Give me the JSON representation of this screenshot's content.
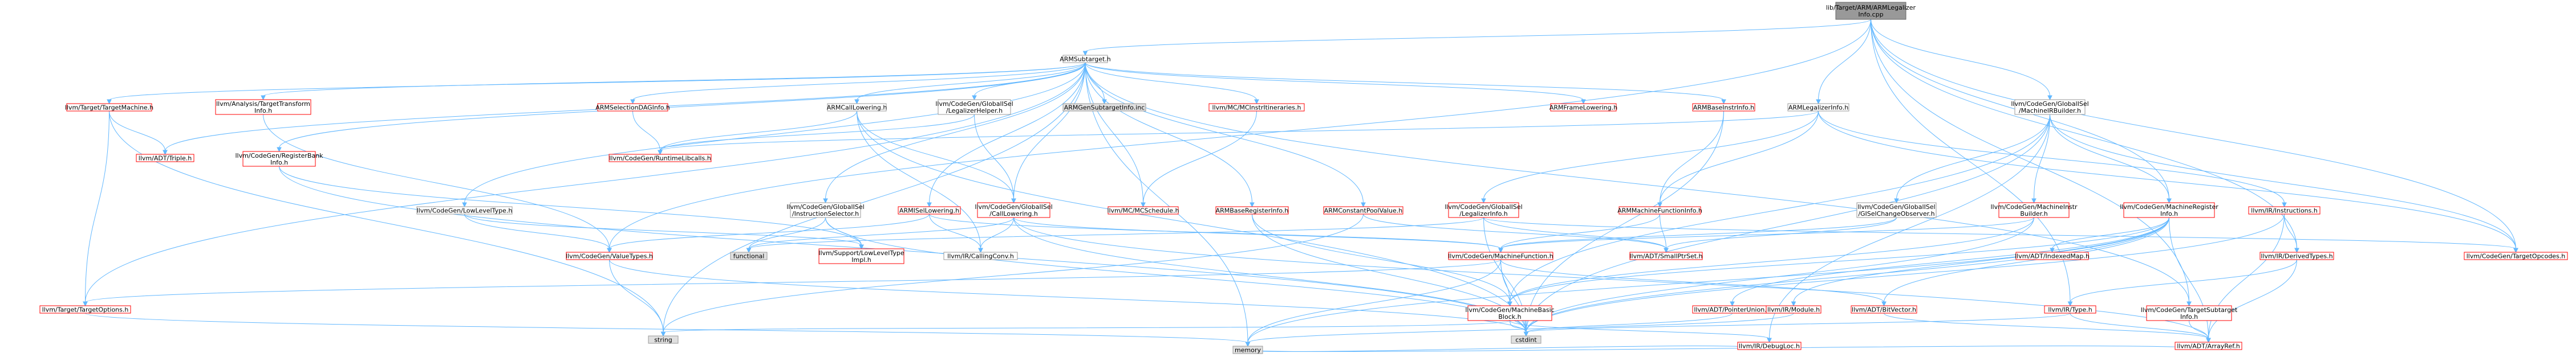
{
  "colors": {
    "edge": "#63b8ff",
    "root_fill": "#999999",
    "root_border": "#666666",
    "documented_border": "#ff0000",
    "documented_fill": "#fff0f0",
    "external_border": "#999999",
    "external_fill": "#e0e0e0",
    "text": "#000000"
  },
  "graph": {
    "nodes": [
      {
        "id": "root",
        "label": [
          "lib/Target/ARM/ARMLegalizer",
          "Info.cpp"
        ],
        "kind": "root"
      },
      {
        "id": "armsubtarget",
        "label": [
          "ARMSubtarget.h"
        ],
        "kind": "plain"
      },
      {
        "id": "armlegalizerinfo",
        "label": [
          "ARMLegalizerInfo.h"
        ],
        "kind": "plain"
      },
      {
        "id": "mirbuilder",
        "label": [
          "llvm/CodeGen/GlobalISel",
          "/MachineIRBuilder.h"
        ],
        "kind": "plain"
      },
      {
        "id": "tm",
        "label": [
          "llvm/Target/TargetMachine.h"
        ],
        "kind": "documented"
      },
      {
        "id": "tti",
        "label": [
          "llvm/Analysis/TargetTransform",
          "Info.h"
        ],
        "kind": "documented"
      },
      {
        "id": "regbankinfo",
        "label": [
          "llvm/CodeGen/RegisterBank",
          "Info.h"
        ],
        "kind": "documented"
      },
      {
        "id": "seldag",
        "label": [
          "ARMSelectionDAGInfo.h"
        ],
        "kind": "documented"
      },
      {
        "id": "callowering",
        "label": [
          "ARMCallLowering.h"
        ],
        "kind": "plain"
      },
      {
        "id": "lowleveltype",
        "label": [
          "llvm/CodeGen/LowLevelType.h"
        ],
        "kind": "plain"
      },
      {
        "id": "legalizerhelper",
        "label": [
          "llvm/CodeGen/GlobalISel",
          "/LegalizerHelper.h"
        ],
        "kind": "plain"
      },
      {
        "id": "subtargetinfoinc",
        "label": [
          "ARMGenSubtargetInfo.inc"
        ],
        "kind": "external"
      },
      {
        "id": "mcinstritin",
        "label": [
          "llvm/MC/MCInstrItineraries.h"
        ],
        "kind": "documented"
      },
      {
        "id": "framelowering",
        "label": [
          "ARMFrameLowering.h"
        ],
        "kind": "documented"
      },
      {
        "id": "baseinstrinfo",
        "label": [
          "ARMBaseInstrInfo.h"
        ],
        "kind": "documented"
      },
      {
        "id": "adttriple",
        "label": [
          "llvm/ADT/Triple.h"
        ],
        "kind": "documented"
      },
      {
        "id": "islowering",
        "label": [
          "ARMISelLowering.h"
        ],
        "kind": "documented"
      },
      {
        "id": "runtimelibcalls",
        "label": [
          "llvm/CodeGen/RuntimeLibcalls.h"
        ],
        "kind": "documented"
      },
      {
        "id": "instrselector",
        "label": [
          "llvm/CodeGen/GlobalISel",
          "/InstructionSelector.h"
        ],
        "kind": "plain"
      },
      {
        "id": "gicallowering",
        "label": [
          "llvm/CodeGen/GlobalISel",
          "/CallLowering.h"
        ],
        "kind": "documented"
      },
      {
        "id": "mcschedule",
        "label": [
          "llvm/MC/MCSchedule.h"
        ],
        "kind": "documented"
      },
      {
        "id": "baseregisterinfo",
        "label": [
          "ARMBaseRegisterInfo.h"
        ],
        "kind": "documented"
      },
      {
        "id": "constantpool",
        "label": [
          "ARMConstantPoolValue.h"
        ],
        "kind": "documented"
      },
      {
        "id": "gilegalizerinfo",
        "label": [
          "llvm/CodeGen/GlobalISel",
          "/LegalizerInfo.h"
        ],
        "kind": "documented"
      },
      {
        "id": "mfi",
        "label": [
          "ARMMachineFunctionInfo.h"
        ],
        "kind": "documented"
      },
      {
        "id": "gischangeobserver",
        "label": [
          "llvm/CodeGen/GlobalISel",
          "/GISelChangeObserver.h"
        ],
        "kind": "plain"
      },
      {
        "id": "mirbuilderh",
        "label": [
          "llvm/CodeGen/MachineInstr",
          "Builder.h"
        ],
        "kind": "documented"
      },
      {
        "id": "machineregisterinfo",
        "label": [
          "llvm/CodeGen/MachineRegister",
          "Info.h"
        ],
        "kind": "documented"
      },
      {
        "id": "irinstructions",
        "label": [
          "llvm/IR/Instructions.h"
        ],
        "kind": "documented"
      },
      {
        "id": "valuetypes",
        "label": [
          "llvm/CodeGen/ValueTypes.h"
        ],
        "kind": "documented"
      },
      {
        "id": "functional",
        "label": [
          "functional"
        ],
        "kind": "external"
      },
      {
        "id": "lltimpl",
        "label": [
          "llvm/Support/LowLevelType",
          "Impl.h"
        ],
        "kind": "documented"
      },
      {
        "id": "callingconv",
        "label": [
          "llvm/IR/CallingConv.h"
        ],
        "kind": "plain"
      },
      {
        "id": "machinefunction",
        "label": [
          "llvm/CodeGen/MachineFunction.h"
        ],
        "kind": "documented"
      },
      {
        "id": "smallptrset",
        "label": [
          "llvm/ADT/SmallPtrSet.h"
        ],
        "kind": "documented"
      },
      {
        "id": "indexedmap",
        "label": [
          "llvm/ADT/IndexedMap.h"
        ],
        "kind": "documented"
      },
      {
        "id": "derivedtypes",
        "label": [
          "llvm/IR/DerivedTypes.h"
        ],
        "kind": "documented"
      },
      {
        "id": "targetopcodes",
        "label": [
          "llvm/CodeGen/TargetOpcodes.h"
        ],
        "kind": "documented"
      },
      {
        "id": "targetoptions",
        "label": [
          "llvm/Target/TargetOptions.h"
        ],
        "kind": "documented"
      },
      {
        "id": "mbb",
        "label": [
          "llvm/CodeGen/MachineBasic",
          "Block.h"
        ],
        "kind": "documented"
      },
      {
        "id": "pointerunion",
        "label": [
          "llvm/ADT/PointerUnion.h"
        ],
        "kind": "documented"
      },
      {
        "id": "irmodule",
        "label": [
          "llvm/IR/Module.h"
        ],
        "kind": "documented"
      },
      {
        "id": "bitvector",
        "label": [
          "llvm/ADT/BitVector.h"
        ],
        "kind": "documented"
      },
      {
        "id": "irtype",
        "label": [
          "llvm/IR/Type.h"
        ],
        "kind": "documented"
      },
      {
        "id": "tsi",
        "label": [
          "llvm/CodeGen/TargetSubtarget",
          "Info.h"
        ],
        "kind": "documented"
      },
      {
        "id": "string",
        "label": [
          "string"
        ],
        "kind": "external"
      },
      {
        "id": "cstdint",
        "label": [
          "cstdint"
        ],
        "kind": "external"
      },
      {
        "id": "debugloc",
        "label": [
          "llvm/IR/DebugLoc.h"
        ],
        "kind": "documented"
      },
      {
        "id": "arrayref",
        "label": [
          "llvm/ADT/ArrayRef.h"
        ],
        "kind": "documented"
      },
      {
        "id": "memory",
        "label": [
          "memory"
        ],
        "kind": "external"
      }
    ],
    "edges": [
      [
        "root",
        "armsubtarget"
      ],
      [
        "root",
        "armlegalizerinfo"
      ],
      [
        "root",
        "mirbuilder"
      ],
      [
        "root",
        "targetopcodes"
      ],
      [
        "root",
        "valuetypes"
      ],
      [
        "root",
        "derivedtypes"
      ],
      [
        "root",
        "irtype"
      ],
      [
        "root",
        "tsi"
      ],
      [
        "root",
        "machineregisterinfo"
      ],
      [
        "armsubtarget",
        "tm"
      ],
      [
        "armsubtarget",
        "tti"
      ],
      [
        "armsubtarget",
        "regbankinfo"
      ],
      [
        "armsubtarget",
        "seldag"
      ],
      [
        "armsubtarget",
        "callowering"
      ],
      [
        "armsubtarget",
        "lowleveltype"
      ],
      [
        "armsubtarget",
        "legalizerhelper"
      ],
      [
        "armsubtarget",
        "subtargetinfoinc"
      ],
      [
        "armsubtarget",
        "mcinstritin"
      ],
      [
        "armsubtarget",
        "framelowering"
      ],
      [
        "armsubtarget",
        "baseinstrinfo"
      ],
      [
        "armsubtarget",
        "adttriple"
      ],
      [
        "armsubtarget",
        "islowering"
      ],
      [
        "armsubtarget",
        "instrselector"
      ],
      [
        "armsubtarget",
        "baseregisterinfo"
      ],
      [
        "armsubtarget",
        "constantpool"
      ],
      [
        "armsubtarget",
        "mcschedule"
      ],
      [
        "armsubtarget",
        "string"
      ],
      [
        "armsubtarget",
        "memory"
      ],
      [
        "armsubtarget",
        "targetoptions"
      ],
      [
        "armsubtarget",
        "tsi"
      ],
      [
        "armsubtarget",
        "gicallowering"
      ],
      [
        "armlegalizerinfo",
        "gilegalizerinfo"
      ],
      [
        "armlegalizerinfo",
        "mfi"
      ],
      [
        "armlegalizerinfo",
        "irinstructions"
      ],
      [
        "armlegalizerinfo",
        "runtimelibcalls"
      ],
      [
        "armlegalizerinfo",
        "targetopcodes"
      ],
      [
        "mirbuilder",
        "gischangeobserver"
      ],
      [
        "mirbuilder",
        "mirbuilderh"
      ],
      [
        "mirbuilder",
        "machineregisterinfo"
      ],
      [
        "mirbuilder",
        "targetopcodes"
      ],
      [
        "mirbuilder",
        "debugloc"
      ],
      [
        "mirbuilder",
        "cstdint"
      ],
      [
        "mirbuilder",
        "mbb"
      ],
      [
        "tm",
        "adttriple"
      ],
      [
        "tm",
        "targetoptions"
      ],
      [
        "tm",
        "string"
      ],
      [
        "tti",
        "valuetypes"
      ],
      [
        "regbankinfo",
        "cstdint"
      ],
      [
        "regbankinfo",
        "lltimpl"
      ],
      [
        "seldag",
        "runtimelibcalls"
      ],
      [
        "callowering",
        "gicallowering"
      ],
      [
        "callowering",
        "callingconv"
      ],
      [
        "callowering",
        "runtimelibcalls"
      ],
      [
        "callowering",
        "cstdint"
      ],
      [
        "lowleveltype",
        "valuetypes"
      ],
      [
        "lowleveltype",
        "lltimpl"
      ],
      [
        "legalizerhelper",
        "gicallowering"
      ],
      [
        "legalizerhelper",
        "runtimelibcalls"
      ],
      [
        "mcinstritin",
        "mcschedule"
      ],
      [
        "baseinstrinfo",
        "mfi"
      ],
      [
        "baseinstrinfo",
        "cstdint"
      ],
      [
        "islowering",
        "valuetypes"
      ],
      [
        "islowering",
        "machinefunction"
      ],
      [
        "islowering",
        "callingconv"
      ],
      [
        "instrselector",
        "functional"
      ],
      [
        "instrselector",
        "cstdint"
      ],
      [
        "instrselector",
        "lltimpl"
      ],
      [
        "gicallowering",
        "callingconv"
      ],
      [
        "gicallowering",
        "machinefunction"
      ],
      [
        "gicallowering",
        "functional"
      ],
      [
        "gicallowering",
        "cstdint"
      ],
      [
        "gicallowering",
        "arrayref"
      ],
      [
        "baseregisterinfo",
        "mbb"
      ],
      [
        "baseregisterinfo",
        "cstdint"
      ],
      [
        "constantpool",
        "string"
      ],
      [
        "constantpool",
        "smallptrset"
      ],
      [
        "gilegalizerinfo",
        "functional"
      ],
      [
        "gilegalizerinfo",
        "cstdint"
      ],
      [
        "gilegalizerinfo",
        "smallptrset"
      ],
      [
        "gilegalizerinfo",
        "targetopcodes"
      ],
      [
        "mfi",
        "smallptrset"
      ],
      [
        "mfi",
        "machinefunction"
      ],
      [
        "gischangeobserver",
        "smallptrset"
      ],
      [
        "gischangeobserver",
        "machinefunction"
      ],
      [
        "mirbuilderh",
        "mbb"
      ],
      [
        "mirbuilderh",
        "machinefunction"
      ],
      [
        "mirbuilderh",
        "cstdint"
      ],
      [
        "machineregisterinfo",
        "indexedmap"
      ],
      [
        "machineregisterinfo",
        "bitvector"
      ],
      [
        "machineregisterinfo",
        "pointerunion"
      ],
      [
        "machineregisterinfo",
        "mbb"
      ],
      [
        "machineregisterinfo",
        "arrayref"
      ],
      [
        "machineregisterinfo",
        "memory"
      ],
      [
        "machineregisterinfo",
        "cstdint"
      ],
      [
        "machineregisterinfo",
        "irmodule"
      ],
      [
        "irinstructions",
        "derivedtypes"
      ],
      [
        "irinstructions",
        "arrayref"
      ],
      [
        "irinstructions",
        "cstdint"
      ],
      [
        "valuetypes",
        "string"
      ],
      [
        "valuetypes",
        "cstdint"
      ],
      [
        "machinefunction",
        "mbb"
      ],
      [
        "machinefunction",
        "bitvector"
      ],
      [
        "machinefunction",
        "memory"
      ],
      [
        "machinefunction",
        "targetoptions"
      ],
      [
        "machinefunction",
        "cstdint"
      ],
      [
        "derivedtypes",
        "irtype"
      ],
      [
        "derivedtypes",
        "arrayref"
      ],
      [
        "mbb",
        "string"
      ],
      [
        "mbb",
        "cstdint"
      ],
      [
        "mbb",
        "debugloc"
      ],
      [
        "pointerunion",
        "cstdint"
      ],
      [
        "irmodule",
        "memory"
      ],
      [
        "bitvector",
        "arrayref"
      ],
      [
        "irtype",
        "arrayref"
      ],
      [
        "irtype",
        "cstdint"
      ],
      [
        "tsi",
        "arrayref"
      ],
      [
        "targetoptions",
        "memory"
      ],
      [
        "debugloc",
        "memory"
      ],
      [
        "arrayref",
        "memory"
      ]
    ]
  }
}
